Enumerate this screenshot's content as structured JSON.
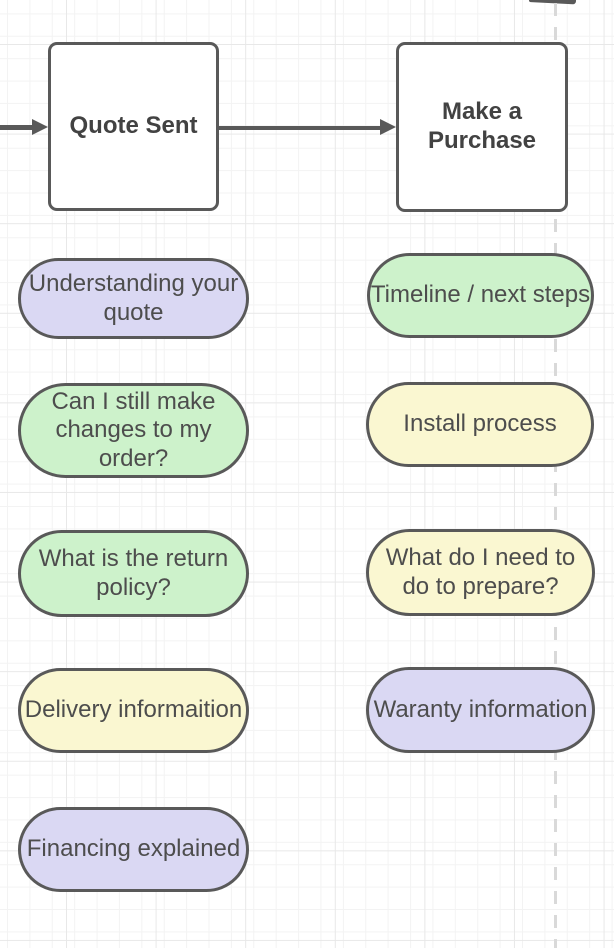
{
  "palette": {
    "purple": "#DAD8F3",
    "green": "#CDF2CB",
    "yellow": "#FAF7D1",
    "node_fill": "#FFFFFF",
    "stroke": "#595959",
    "arrow": "#595959",
    "dashed_guide": "#D9D9D9",
    "node_text": "#424242",
    "pill_text": "#4D4D4D"
  },
  "nodes": {
    "quote_sent": {
      "label": "Quote Sent"
    },
    "make_a_purchase": {
      "label": "Make a\nPurchase"
    }
  },
  "pills": [
    {
      "id": "understanding-your-quote",
      "label": "Understanding your\nquote",
      "fill": "#DAD8F3",
      "column": "left"
    },
    {
      "id": "can-i-still-make-changes",
      "label": "Can I still make\nchanges to my\norder?",
      "fill": "#CDF2CB",
      "column": "left"
    },
    {
      "id": "what-is-the-return-policy",
      "label": "What is the return\npolicy?",
      "fill": "#CDF2CB",
      "column": "left"
    },
    {
      "id": "delivery-information",
      "label": "Delivery informaition",
      "fill": "#FAF7D1",
      "column": "left"
    },
    {
      "id": "financing-explained",
      "label": "Financing explained",
      "fill": "#DAD8F3",
      "column": "left"
    },
    {
      "id": "timeline-next-steps",
      "label": "Timeline / next steps",
      "fill": "#CDF2CB",
      "column": "right"
    },
    {
      "id": "install-process",
      "label": "Install process",
      "fill": "#FAF7D1",
      "column": "right"
    },
    {
      "id": "what-do-i-need-to-prepare",
      "label": "What do I need to\ndo to prepare?",
      "fill": "#FAF7D1",
      "column": "right"
    },
    {
      "id": "waranty-information",
      "label": "Waranty information",
      "fill": "#DAD8F3",
      "column": "right"
    }
  ],
  "connectors": [
    {
      "id": "arrow-into-quote",
      "from": "offscreen-left",
      "to": "quote_sent"
    },
    {
      "id": "arrow-quote-to-purchase",
      "from": "quote_sent",
      "to": "make_a_purchase"
    },
    {
      "id": "offscreen-top-segment",
      "from": "offscreen-top",
      "to": "offscreen-top"
    }
  ]
}
